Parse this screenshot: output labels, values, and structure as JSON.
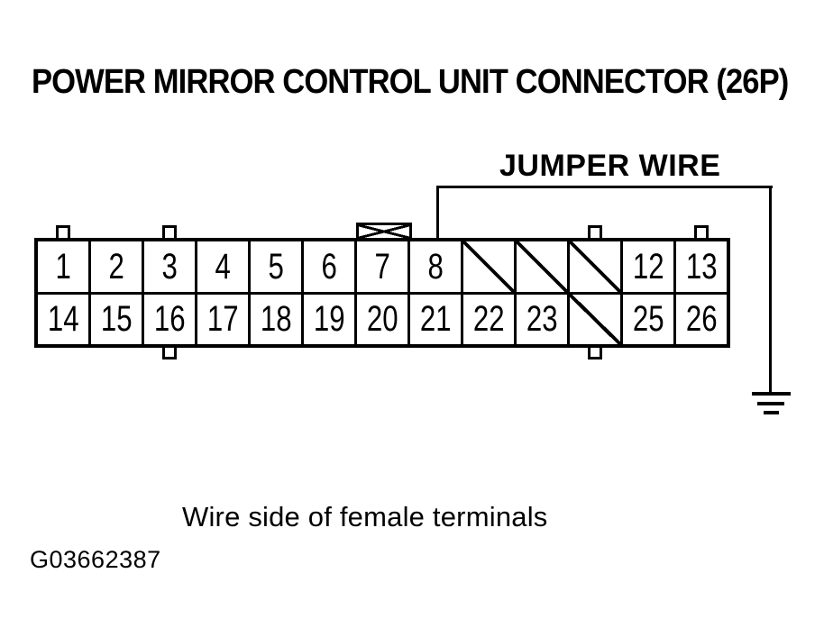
{
  "title": "POWER MIRROR CONTROL UNIT CONNECTOR (26P)",
  "jumper": {
    "label": "JUMPER WIRE",
    "from_pin": "8",
    "to": "ground"
  },
  "connector": {
    "pin_count": 26,
    "blank_marker": "/",
    "rows": [
      {
        "cells": [
          "1",
          "2",
          "3",
          "4",
          "5",
          "6",
          "7",
          "8",
          "/",
          "/",
          "/",
          "12",
          "13"
        ]
      },
      {
        "cells": [
          "14",
          "15",
          "16",
          "17",
          "18",
          "19",
          "20",
          "21",
          "22",
          "23",
          "/",
          "25",
          "26"
        ]
      }
    ]
  },
  "caption": "Wire side of female terminals",
  "figure_id": "G03662387",
  "colors": {
    "line": "#000000",
    "background": "#ffffff"
  }
}
